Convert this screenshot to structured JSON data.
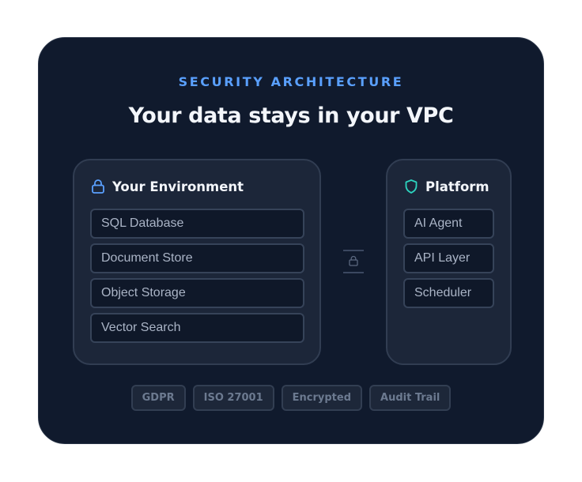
{
  "header": {
    "eyebrow": "SECURITY ARCHITECTURE",
    "title": "Your data stays in your VPC"
  },
  "environment": {
    "icon": "lock-icon",
    "title": "Your Environment",
    "items": [
      "SQL Database",
      "Document Store",
      "Object Storage",
      "Vector Search"
    ]
  },
  "platform": {
    "icon": "shield-icon",
    "title": "Platform",
    "items": [
      "AI Agent",
      "API Layer",
      "Scheduler"
    ]
  },
  "connector": {
    "icon": "lock-icon"
  },
  "badges": [
    "GDPR",
    "ISO 27001",
    "Encrypted",
    "Audit Trail"
  ],
  "colors": {
    "card_background": "#101a2d",
    "accent_blue": "#5aa0ff",
    "accent_teal": "#2dd4bf",
    "panel_background": "#1c2639",
    "item_background": "#0f1829",
    "badge_text": "#6c7a90"
  }
}
